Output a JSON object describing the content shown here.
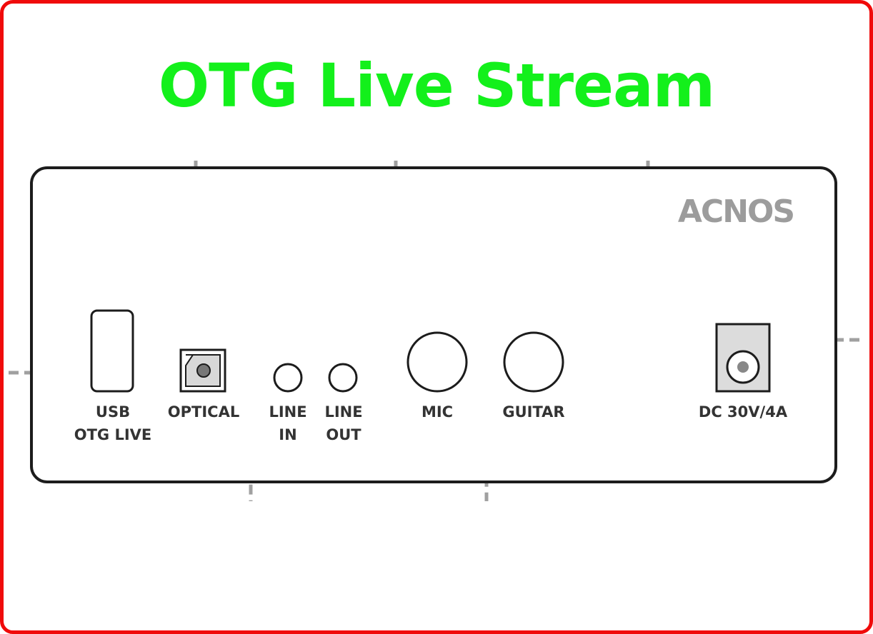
{
  "title": "OTG Live Stream",
  "brand": "ACNOS",
  "ports": {
    "usb": {
      "line1": "USB",
      "line2": "OTG LIVE"
    },
    "optical": {
      "line1": "OPTICAL"
    },
    "line_in": {
      "line1": "LINE",
      "line2": "IN"
    },
    "line_out": {
      "line1": "LINE",
      "line2": "OUT"
    },
    "mic": {
      "line1": "MIC"
    },
    "guitar": {
      "line1": "GUITAR"
    },
    "dc": {
      "line1": "DC 30V/4A"
    }
  },
  "colors": {
    "frame": "#f00a0a",
    "title": "#13f01b",
    "leader_lines": "#a0a0a0",
    "brand": "#9c9c9c"
  }
}
